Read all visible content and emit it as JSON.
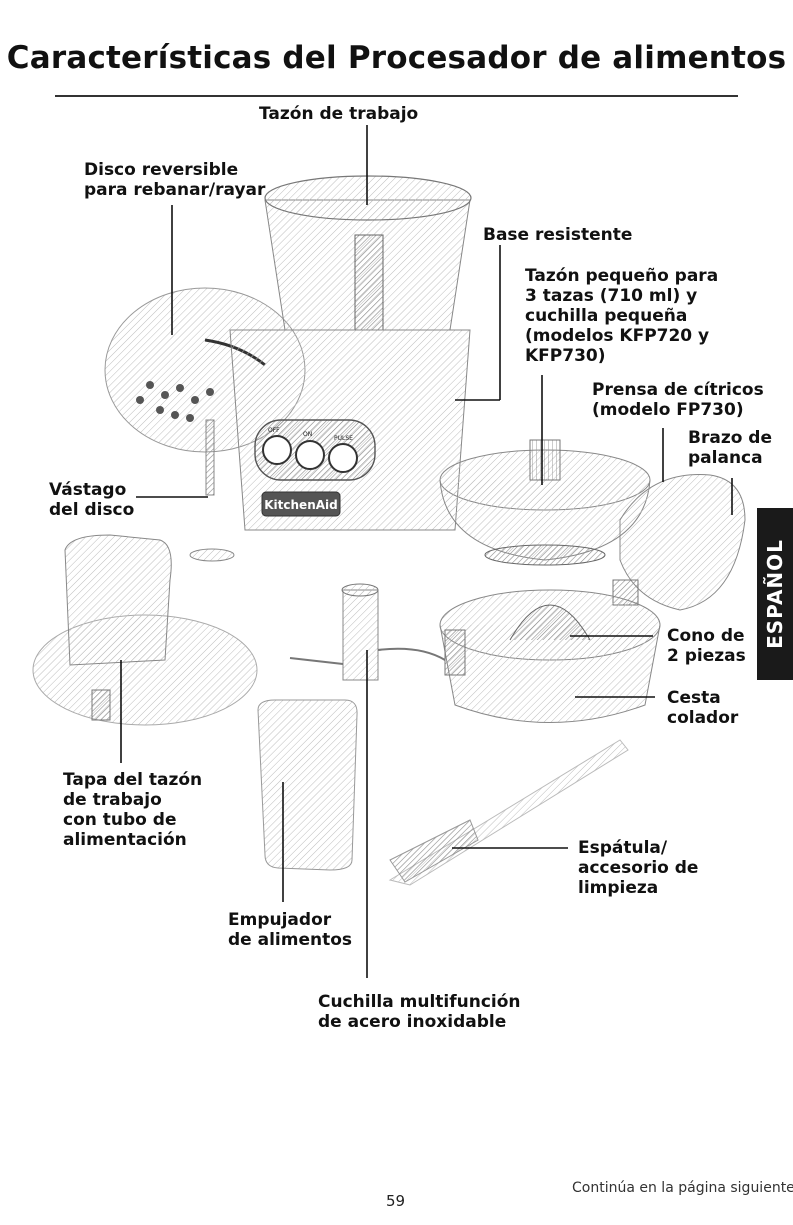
{
  "page_title": "Características del Procesador de alimentos",
  "labels": {
    "tazon_trabajo": "Tazón de trabajo",
    "disco_reversible": "Disco reversible\npara rebanar/rayar",
    "base_resistente": "Base resistente",
    "tazon_pequeno": "Tazón pequeño para\n3 tazas (710 ml) y\ncuchilla pequeña\n(modelos KFP720 y\nKFP730)",
    "prensa_citricos": "Prensa de cítricos\n(modelo FP730)",
    "brazo_palanca": "Brazo de\npalanca",
    "vastago_disco": "Vástago\ndel disco",
    "cono_piezas": "Cono de\n2 piezas",
    "cesta_colador": "Cesta\ncolador",
    "tapa_tazon": "Tapa del tazón\nde trabajo\ncon tubo de\nalimentación",
    "espatula": "Espátula/\naccesorio de\nlimpieza",
    "empujador": "Empujador\nde alimentos",
    "cuchilla_multi": "Cuchilla multifunción\nde acero inoxidable"
  },
  "side_tab": "ESPAÑOL",
  "page_number": "59",
  "continued_note": "Continúa en la página siguiente",
  "brand_badge": "KitchenAid",
  "button_marks": [
    "OFF",
    "ON",
    "PULSE"
  ]
}
